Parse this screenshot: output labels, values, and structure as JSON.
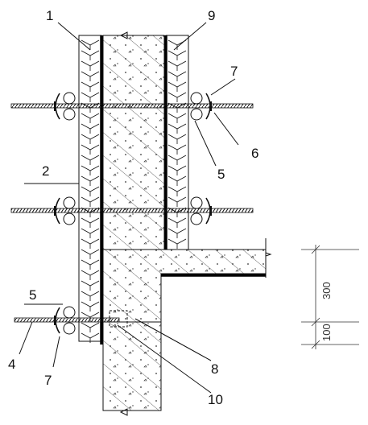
{
  "colors": {
    "line": "#111111",
    "concrete_fill": "#ffffff",
    "background": "#ffffff"
  },
  "callouts": {
    "c1": "1",
    "c2": "2",
    "c4": "4",
    "c5a": "5",
    "c5b": "5",
    "c6": "6",
    "c7a": "7",
    "c7b": "7",
    "c8": "8",
    "c9": "9",
    "c10": "10"
  },
  "dimensions": {
    "upper": "300",
    "lower": "100"
  }
}
